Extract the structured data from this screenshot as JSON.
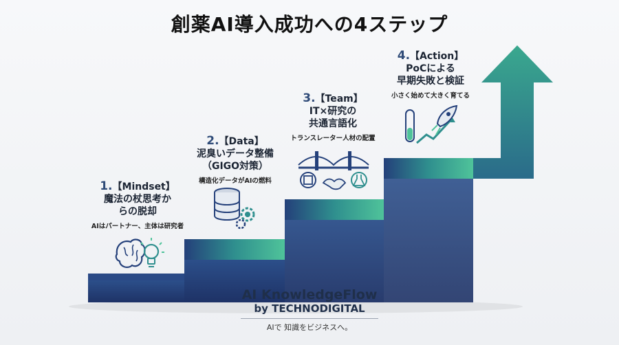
{
  "title": "創薬AI導入成功への4ステップ",
  "steps": [
    {
      "num": "1.",
      "tag": "【Mindset】",
      "main": "魔法の杖思考か\nらの脱却",
      "sub": "AIはパートナー、主体は研究者"
    },
    {
      "num": "2.",
      "tag": "【Data】",
      "main": "泥臭いデータ整備\n（GIGO対策）",
      "sub": "構造化データがAIの燃料"
    },
    {
      "num": "3.",
      "tag": "【Team】",
      "main": "IT×研究の\n共通言語化",
      "sub": "トランスレーター人材の配置"
    },
    {
      "num": "4.",
      "tag": "【Action】",
      "main": "PoCによる\n早期失敗と検証",
      "sub": "小さく始めて大きく育てる"
    }
  ],
  "brand": {
    "name": "AI KnowledgeFlow",
    "by": "by TECHNODIGITAL",
    "tagline": "AIで 知識をビジネスへ。"
  },
  "colors": {
    "navy": "#24407a",
    "teal": "#2f8f8e",
    "green": "#4fc39a"
  },
  "icons": [
    "brain-bulb-icon",
    "database-gear-icon",
    "bridge-handshake-icon",
    "flask-rocket-icon"
  ]
}
